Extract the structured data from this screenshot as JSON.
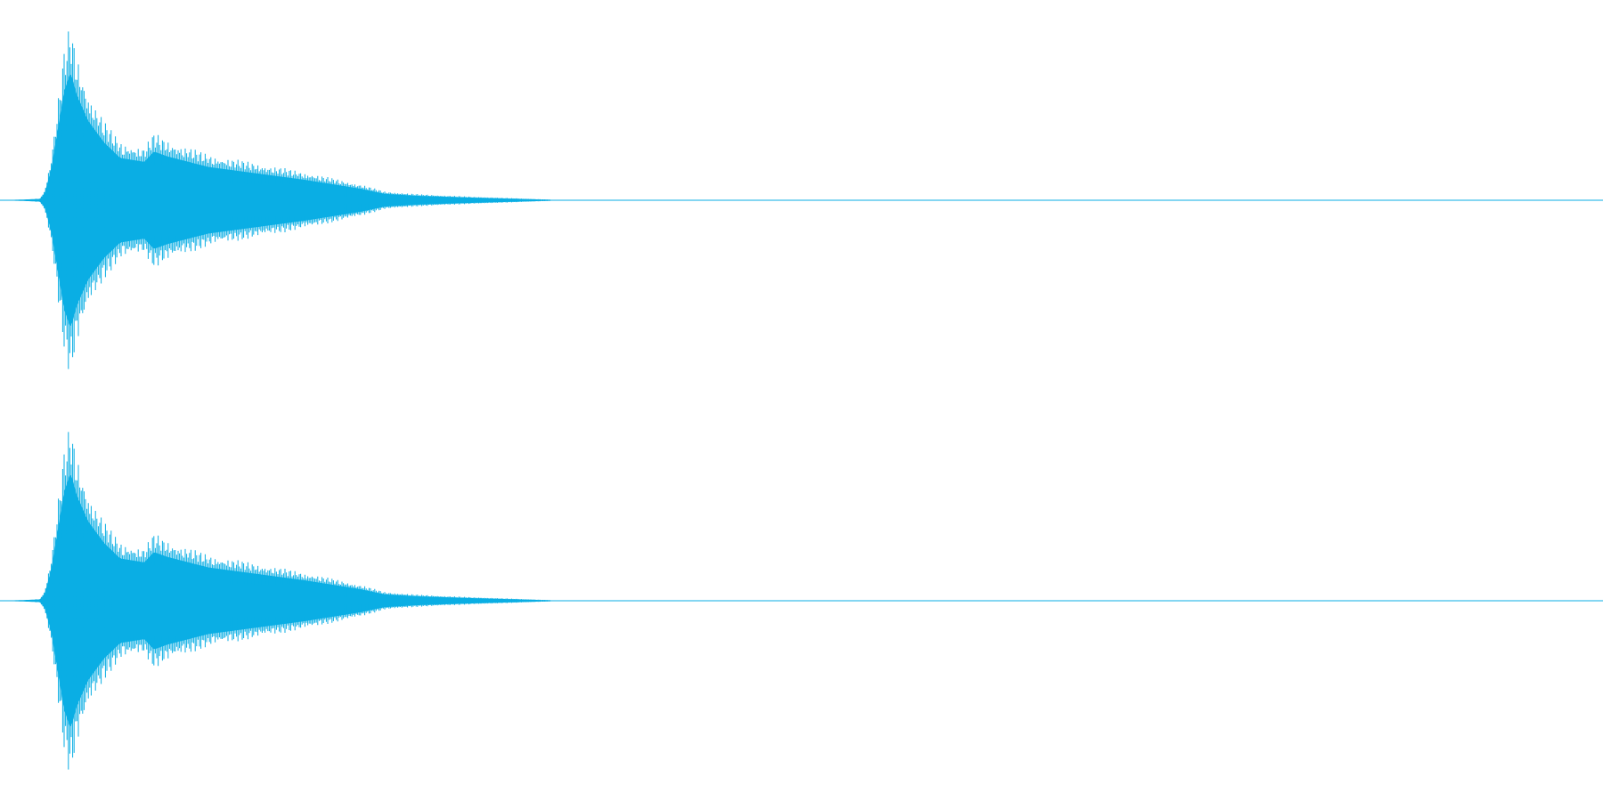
{
  "waveform": {
    "color": "#0aaee4",
    "channels": [
      {
        "envelope": [
          [
            0.0,
            0.0
          ],
          [
            0.025,
            0.01
          ],
          [
            0.028,
            0.06
          ],
          [
            0.032,
            0.25
          ],
          [
            0.036,
            0.55
          ],
          [
            0.04,
            0.85
          ],
          [
            0.044,
            1.0
          ],
          [
            0.048,
            0.82
          ],
          [
            0.055,
            0.62
          ],
          [
            0.065,
            0.45
          ],
          [
            0.075,
            0.33
          ],
          [
            0.09,
            0.3
          ],
          [
            0.096,
            0.38
          ],
          [
            0.105,
            0.34
          ],
          [
            0.13,
            0.26
          ],
          [
            0.16,
            0.21
          ],
          [
            0.19,
            0.16
          ],
          [
            0.21,
            0.12
          ],
          [
            0.225,
            0.09
          ],
          [
            0.24,
            0.05
          ],
          [
            0.26,
            0.035
          ],
          [
            0.29,
            0.022
          ],
          [
            0.32,
            0.012
          ],
          [
            0.343,
            0.004
          ],
          [
            0.345,
            0.0
          ],
          [
            1.0,
            0.0
          ]
        ]
      },
      {
        "envelope": [
          [
            0.0,
            0.0
          ],
          [
            0.025,
            0.01
          ],
          [
            0.028,
            0.06
          ],
          [
            0.032,
            0.25
          ],
          [
            0.036,
            0.55
          ],
          [
            0.04,
            0.85
          ],
          [
            0.044,
            1.0
          ],
          [
            0.048,
            0.82
          ],
          [
            0.055,
            0.62
          ],
          [
            0.065,
            0.45
          ],
          [
            0.075,
            0.33
          ],
          [
            0.09,
            0.3
          ],
          [
            0.096,
            0.38
          ],
          [
            0.105,
            0.34
          ],
          [
            0.13,
            0.26
          ],
          [
            0.16,
            0.21
          ],
          [
            0.19,
            0.16
          ],
          [
            0.21,
            0.12
          ],
          [
            0.225,
            0.09
          ],
          [
            0.24,
            0.05
          ],
          [
            0.26,
            0.035
          ],
          [
            0.29,
            0.022
          ],
          [
            0.32,
            0.012
          ],
          [
            0.343,
            0.004
          ],
          [
            0.345,
            0.0
          ],
          [
            1.0,
            0.0
          ]
        ]
      }
    ]
  }
}
